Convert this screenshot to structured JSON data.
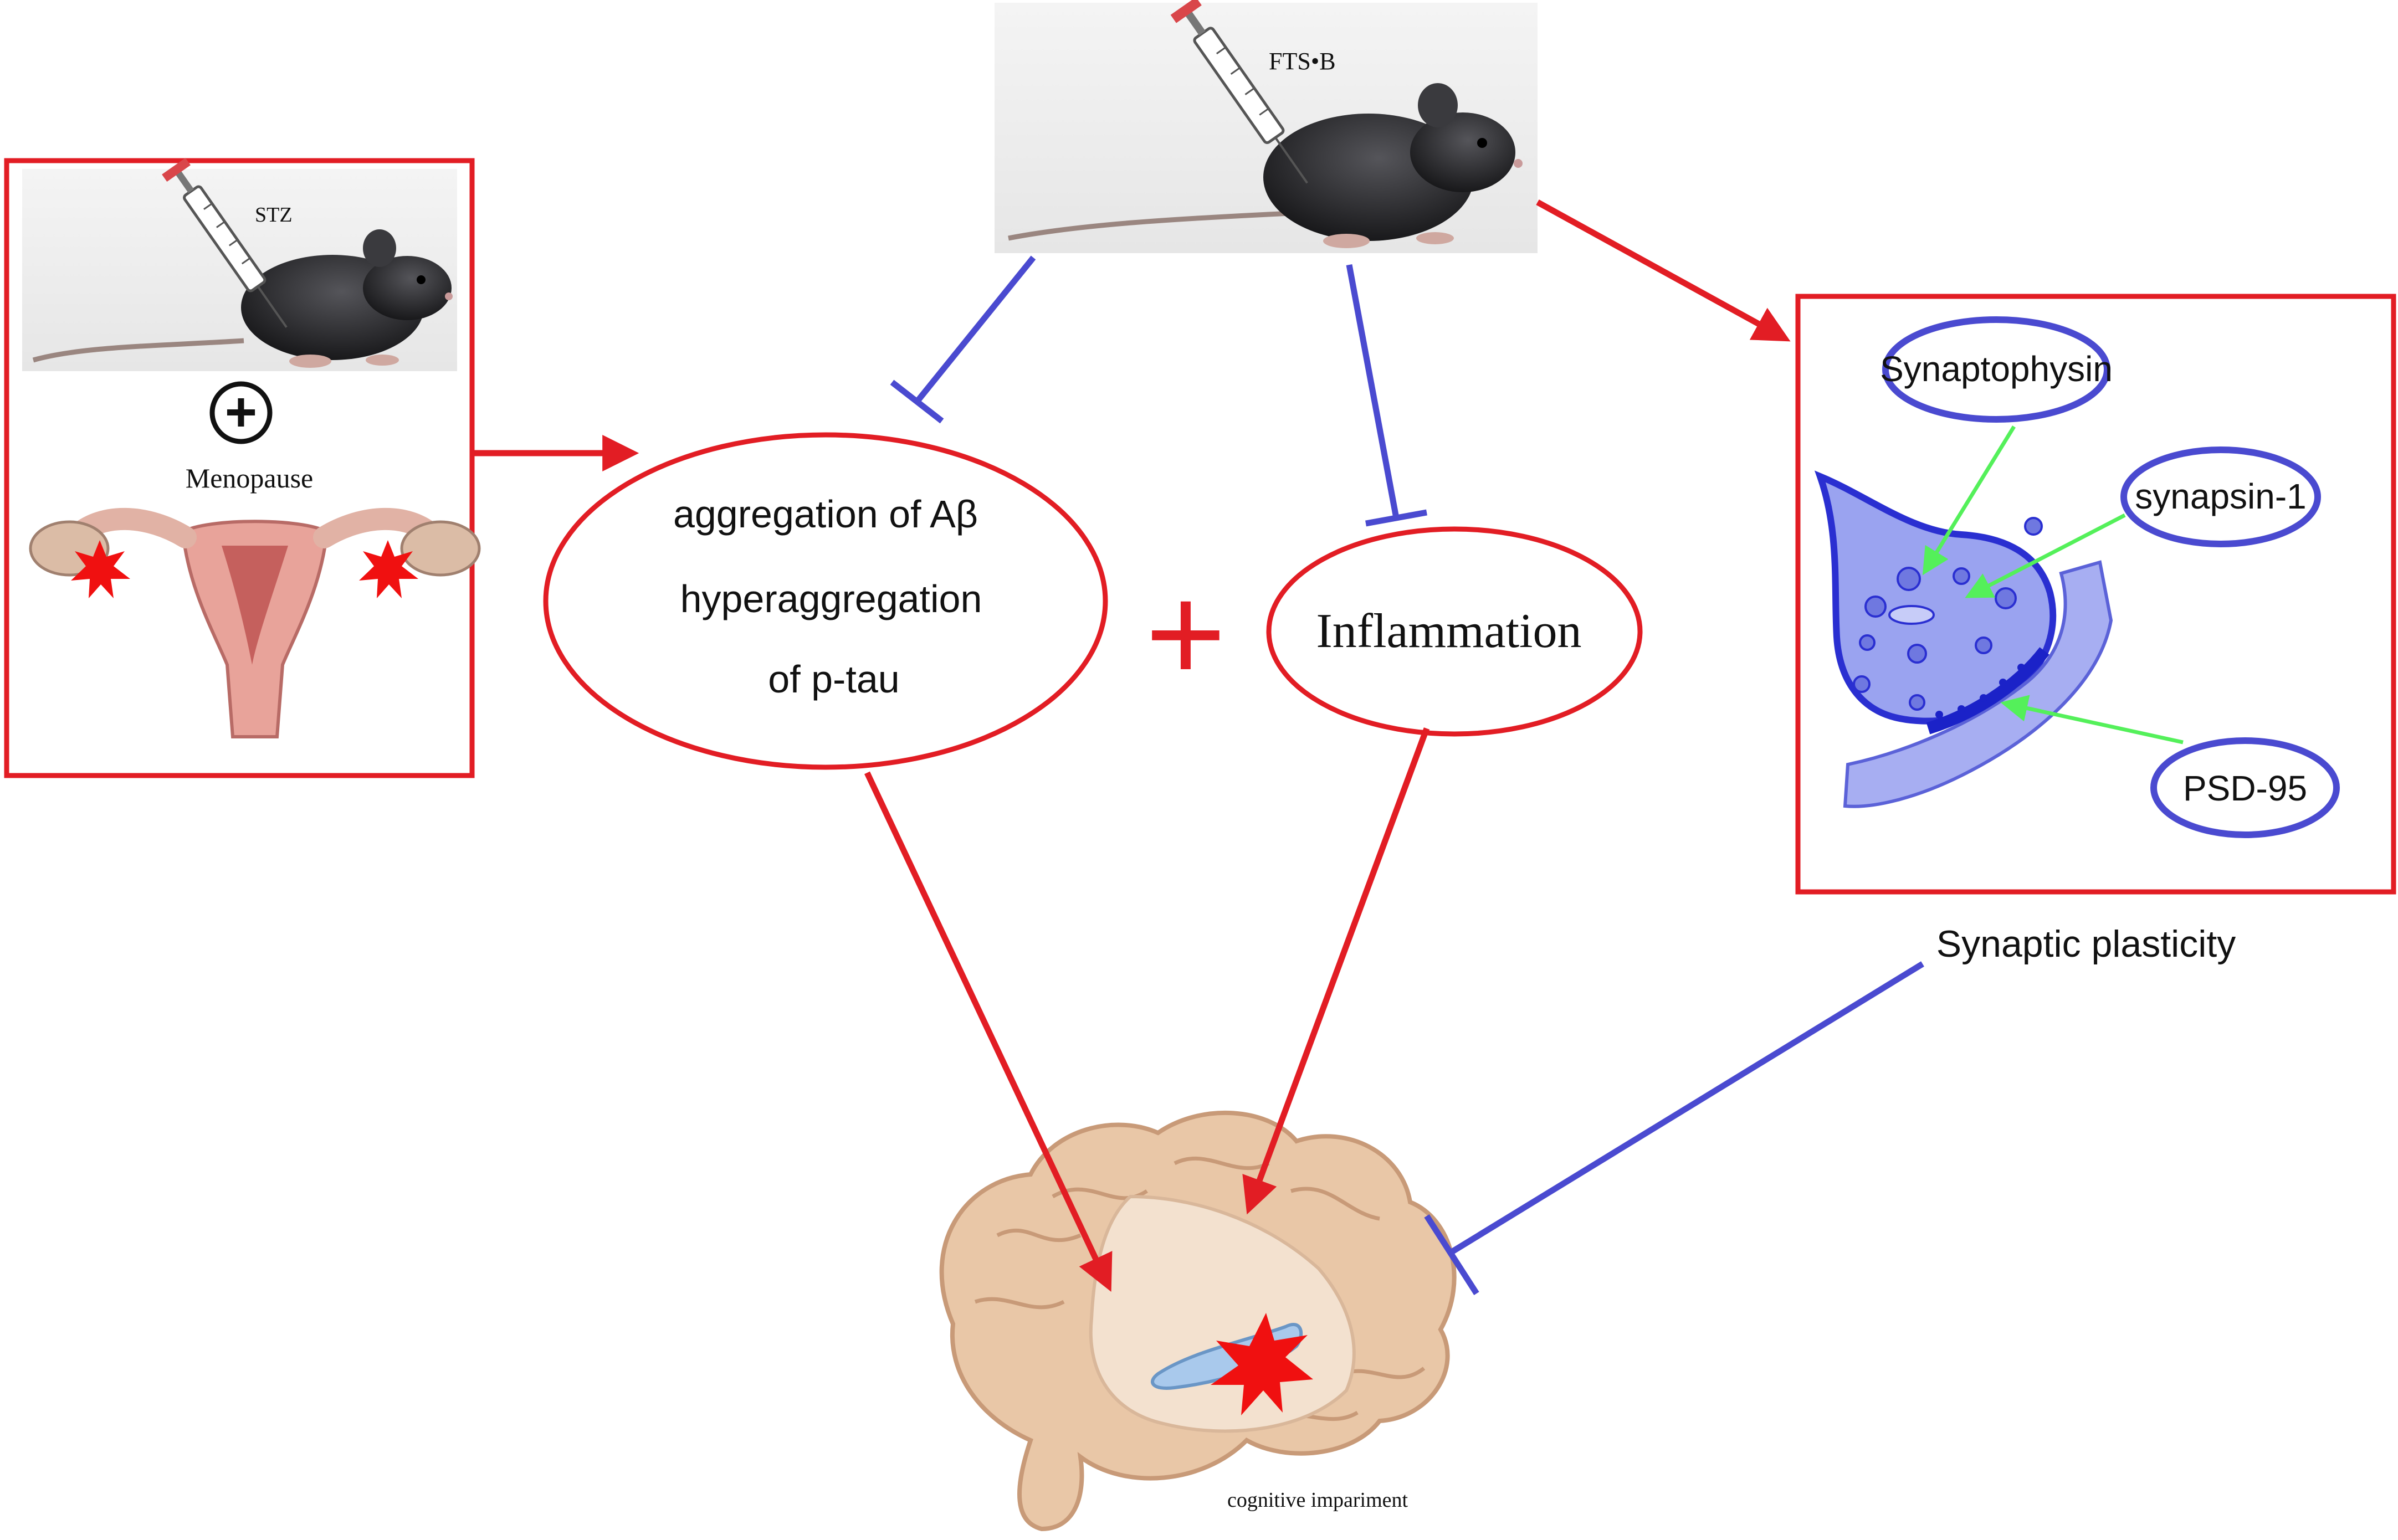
{
  "left_panel": {
    "injection_label": "STZ",
    "combine_symbol": "+",
    "menopause_label": "Menopause"
  },
  "top_panel": {
    "injection_label": "FTS•B"
  },
  "pathology": {
    "line1": "aggregation of Aβ",
    "line2": "hyperaggregation",
    "line3": "of p-tau"
  },
  "plus_sign": "+",
  "inflammation_label": "Inflammation",
  "synapse_panel": {
    "proteins": [
      "Synaptophysin",
      "synapsin-1",
      "PSD-95"
    ],
    "caption": "Synaptic plasticity"
  },
  "brain_caption": "cognitive impariment",
  "colors": {
    "activation": "#e21d24",
    "inhibition": "#4a4ad0",
    "pointer": "#54f05a",
    "synapse_fill": "#9aa3f0",
    "brain_fill": "#e9c7a7"
  }
}
